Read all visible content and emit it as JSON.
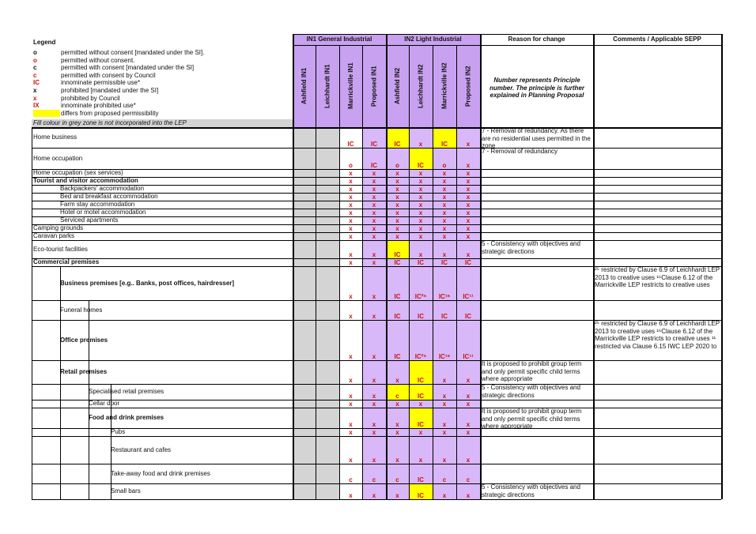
{
  "legend": {
    "title": "Legend",
    "items": [
      {
        "symbol": "o",
        "color": "#111111",
        "text": "permitted without consent [mandated under the SI]."
      },
      {
        "symbol": "o",
        "color": "#d01010",
        "text": "permitted without consent."
      },
      {
        "symbol": "c",
        "color": "#111111",
        "text": "permitted with consent [mandated under the SI]"
      },
      {
        "symbol": "c",
        "color": "#d01010",
        "text": "permitted with consent by Council"
      },
      {
        "symbol": "IC",
        "color": "#d01010",
        "text": "innominate permissible use*"
      },
      {
        "symbol": "x",
        "color": "#111111",
        "text": "prohibited [mandated under the SI]"
      },
      {
        "symbol": "x",
        "color": "#d01010",
        "text": "prohibited by Council"
      },
      {
        "symbol": "IX",
        "color": "#d01010",
        "text": "innominate prohibited use*"
      },
      {
        "symbol": "",
        "color": "#ffff00",
        "text": "differs from proposed permissibility"
      }
    ],
    "note": "Fill colour in grey zone is not incorporated into the LEP"
  },
  "headers": {
    "in1_group": "IN1 General Industrial",
    "in2_group": "IN2 Light Industrial",
    "reason": "Reason for change",
    "comments": "Comments  / Applicable SEPP",
    "reason_note": "Number represents Principle number. The principle is further explained in Planning Proposal",
    "columns": [
      "Ashfield IN1",
      "Leichhardt IN1",
      "Marrickville IN1",
      "Proposed IN1",
      "Ashfield IN2",
      "Leichhardt IN2",
      "Marrickville IN2",
      "Proposed IN2"
    ]
  },
  "colors": {
    "purple": "#c8a2f0",
    "purple_light": "#d8b8f8",
    "yellow": "#ffff00",
    "grey": "#d4d4d4",
    "red": "#d01010"
  },
  "rows": [
    {
      "label": "Home business",
      "lvl": 0,
      "h": 26,
      "marks": [
        "",
        "",
        "IC",
        "IC",
        "IC",
        "x",
        "IC",
        "x"
      ],
      "yellow": [
        4,
        6
      ],
      "reason": "7 - Removal of redundancy. As there are no residential uses permitted in the zone",
      "comment": ""
    },
    {
      "label": "Home occupation",
      "lvl": 0,
      "h": 27,
      "marks": [
        "",
        "",
        "o",
        "IC",
        "o",
        "IC",
        "o",
        "x"
      ],
      "yellow": [
        5
      ],
      "reason": "7 - Removal of redundancy",
      "comment": ""
    },
    {
      "label": "Home occupation (sex services)",
      "lvl": 0,
      "h": 10,
      "marks": [
        "",
        "",
        "x",
        "x",
        "x",
        "x",
        "x",
        "x"
      ],
      "yellow": [],
      "reason": "",
      "comment": ""
    },
    {
      "label": "Tourist and visitor accommodation",
      "lvl": 0,
      "bold": true,
      "h": 10,
      "marks": [
        "",
        "",
        "x",
        "x",
        "x",
        "x",
        "x",
        "x"
      ],
      "yellow": [],
      "reason": "",
      "comment": ""
    },
    {
      "label": "Backpackers' accommodation",
      "lvl": 1,
      "h": 10,
      "marks": [
        "",
        "",
        "x",
        "x",
        "x",
        "x",
        "x",
        "x"
      ],
      "yellow": [],
      "reason": "",
      "comment": ""
    },
    {
      "label": "Bed and breakfast accommodation",
      "lvl": 1,
      "h": 10,
      "marks": [
        "",
        "",
        "x",
        "x",
        "x",
        "x",
        "x",
        "x"
      ],
      "yellow": [],
      "reason": "",
      "comment": ""
    },
    {
      "label": "Farm stay accommodation",
      "lvl": 1,
      "h": 10,
      "marks": [
        "",
        "",
        "x",
        "x",
        "x",
        "x",
        "x",
        "x"
      ],
      "yellow": [],
      "reason": "",
      "comment": ""
    },
    {
      "label": "Hotel or motel accommodation",
      "lvl": 1,
      "h": 10,
      "marks": [
        "",
        "",
        "x",
        "x",
        "x",
        "x",
        "x",
        "x"
      ],
      "yellow": [],
      "reason": "",
      "comment": ""
    },
    {
      "label": "Serviced apartments",
      "lvl": 1,
      "h": 10,
      "marks": [
        "",
        "",
        "x",
        "x",
        "x",
        "x",
        "x",
        "x"
      ],
      "yellow": [],
      "reason": "",
      "comment": ""
    },
    {
      "label": "Camping grounds",
      "lvl": 0,
      "h": 10,
      "marks": [
        "",
        "",
        "x",
        "x",
        "x",
        "x",
        "x",
        "x"
      ],
      "yellow": [],
      "reason": "",
      "comment": ""
    },
    {
      "label": "Caravan parks",
      "lvl": 0,
      "h": 10,
      "marks": [
        "",
        "",
        "x",
        "x",
        "x",
        "x",
        "x",
        "x"
      ],
      "yellow": [],
      "reason": "",
      "comment": ""
    },
    {
      "label": "Eco-tourist facilities",
      "lvl": 0,
      "h": 23,
      "marks": [
        "",
        "",
        "x",
        "x",
        "IC",
        "x",
        "x",
        "x"
      ],
      "yellow": [
        4
      ],
      "reason": "5 - Consistency with objectives and strategic directions",
      "comment": ""
    },
    {
      "label": "Commercial premises",
      "lvl": 0,
      "bold": true,
      "h": 10,
      "marks": [
        "",
        "",
        "x",
        "x",
        "IC",
        "IC",
        "IC",
        "IC"
      ],
      "yellow": [],
      "reason": "",
      "comment": ""
    },
    {
      "label": "Business premises [e.g.. Banks, post offices, hairdresser]",
      "lvl": 1,
      "bold": true,
      "h": 43,
      "marks": [
        "",
        "",
        "x",
        "x",
        "IC",
        "IC²⁵",
        "IC¹⁶",
        "IC¹¹"
      ],
      "yellow": [],
      "reason": "",
      "comment": "²⁵ restricted by Clause 6.9 of Leichhardt LEP 2013 to creative uses ¹⁶Clause 6.12 of the Marrickville LEP restricts to creative uses"
    },
    {
      "label": "Funeral homes",
      "lvl": 2,
      "h": 25,
      "marks": [
        "",
        "",
        "x",
        "x",
        "IC",
        "IC",
        "IC",
        "IC"
      ],
      "yellow": [],
      "reason": "",
      "comment": ""
    },
    {
      "label": "Office premises",
      "lvl": 1,
      "bold": true,
      "h": 51,
      "marks": [
        "",
        "",
        "x",
        "x",
        "IC",
        "IC²⁵",
        "IC¹⁶",
        "IC¹¹"
      ],
      "yellow": [],
      "reason": "",
      "comment": "²⁵ restricted by Clause 6.9 of Leichhardt LEP 2013 to creative uses ¹⁶Clause 6.12 of the Marrickville LEP restricts to creative uses ¹¹ restricted via Clause 6.15 IWC LEP 2020 to"
    },
    {
      "label": "Retail premises",
      "lvl": 1,
      "bold": true,
      "h": 30,
      "marks": [
        "",
        "",
        "x",
        "x",
        "x",
        "IC",
        "x",
        "x"
      ],
      "yellow": [
        5
      ],
      "reason": "It is proposed to prohibit group term and only permit specific child terms where appropriate",
      "comment": ""
    },
    {
      "label": "Specialised retail premises",
      "lvl": 3,
      "h": 20,
      "marks": [
        "",
        "",
        "x",
        "x",
        "c",
        "IC",
        "x",
        "x"
      ],
      "yellow": [
        4,
        5
      ],
      "reason": "5 - Consistency with objectives and strategic directions",
      "comment": ""
    },
    {
      "label": "Cellar door",
      "lvl": 3,
      "h": 10,
      "marks": [
        "",
        "",
        "x",
        "x",
        "x",
        "x",
        "x",
        "x"
      ],
      "yellow": [],
      "reason": "",
      "comment": ""
    },
    {
      "label": "Food and drink premises",
      "lvl": 3,
      "bold": true,
      "h": 26,
      "marks": [
        "",
        "",
        "x",
        "x",
        "x",
        "IC",
        "x",
        "x"
      ],
      "yellow": [
        5
      ],
      "reason": "It is proposed to prohibit group term and only permit specific child terms where appropriate",
      "comment": ""
    },
    {
      "label": "Pubs",
      "lvl": 4,
      "h": 10,
      "marks": [
        "",
        "",
        "x",
        "x",
        "x",
        "x",
        "x",
        "x"
      ],
      "yellow": [],
      "reason": "",
      "comment": ""
    },
    {
      "label": "Restaurant and cafes",
      "lvl": 4,
      "h": 35,
      "marks": [
        "",
        "",
        "x",
        "x",
        "x",
        "x",
        "x",
        "x"
      ],
      "yellow": [],
      "reason": "",
      "comment": ""
    },
    {
      "label": "Take-away food and drink premises",
      "lvl": 4,
      "h": 25,
      "marks": [
        "",
        "",
        "c",
        "c",
        "c",
        "IC",
        "c",
        "c"
      ],
      "yellow": [],
      "reason": "",
      "comment": ""
    },
    {
      "label": "Small bars",
      "lvl": 4,
      "h": 20,
      "marks": [
        "",
        "",
        "x",
        "x",
        "x",
        "IC",
        "x",
        "x"
      ],
      "yellow": [
        5
      ],
      "reason": "5 - Consistency with objectives and strategic directions",
      "comment": ""
    }
  ]
}
